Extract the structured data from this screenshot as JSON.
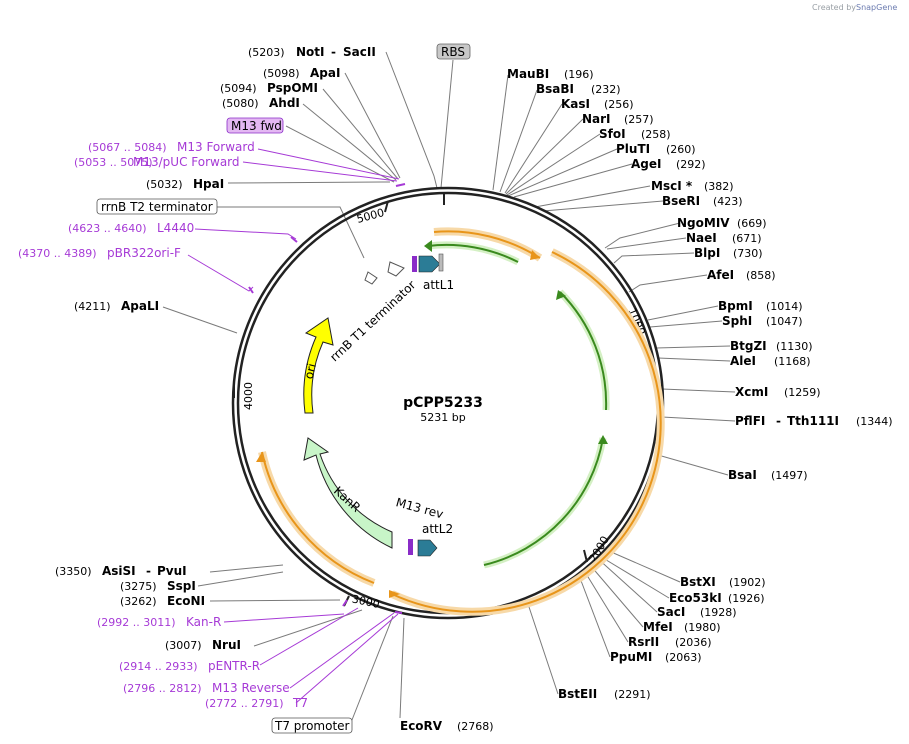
{
  "credit": {
    "prefix": "Created by",
    "brand": "SnapGene"
  },
  "plasmid": {
    "name": "pCPP5233",
    "size": "5231 bp"
  },
  "ticks": [
    "1000",
    "2000",
    "3000",
    "4000",
    "5000"
  ],
  "features": {
    "ori": "ori",
    "kanr": "KanR",
    "rrnb_t1": "rrnB T1 terminator",
    "attl1": "attL1",
    "attl2": "attL2",
    "m13rev": "M13 rev"
  },
  "boxed": {
    "rbs": "RBS",
    "m13_fwd": "M13 fwd",
    "rrnb_t2": "rrnB T2 terminator",
    "t7_promoter": "T7 promoter"
  },
  "sites": [
    {
      "name": "NotI",
      "sep": "-",
      "name2": "SacII",
      "pos": "(5203)"
    },
    {
      "name": "ApaI",
      "pos": "(5098)"
    },
    {
      "name": "PspOMI",
      "pos": "(5094)"
    },
    {
      "name": "AhdI",
      "pos": "(5080)"
    },
    {
      "name": "HpaI",
      "pos": "(5032)"
    },
    {
      "name": "ApaLI",
      "pos": "(4211)"
    },
    {
      "name": "AsiSI",
      "sep": "-",
      "name2": "PvuI",
      "pos": "(3350)"
    },
    {
      "name": "SspI",
      "pos": "(3275)"
    },
    {
      "name": "EcoNI",
      "pos": "(3262)"
    },
    {
      "name": "NruI",
      "pos": "(3007)"
    },
    {
      "name": "EcoRV",
      "pos": "(2768)"
    },
    {
      "name": "MauBI",
      "pos": "(196)"
    },
    {
      "name": "BsaBI",
      "pos": "(232)"
    },
    {
      "name": "KasI",
      "pos": "(256)"
    },
    {
      "name": "NarI",
      "pos": "(257)"
    },
    {
      "name": "SfoI",
      "pos": "(258)"
    },
    {
      "name": "PluTI",
      "pos": "(260)"
    },
    {
      "name": "AgeI",
      "pos": "(292)"
    },
    {
      "name": "MscI *",
      "pos": "(382)"
    },
    {
      "name": "BseRI",
      "pos": "(423)"
    },
    {
      "name": "NgoMIV",
      "pos": "(669)"
    },
    {
      "name": "NaeI",
      "pos": "(671)"
    },
    {
      "name": "BlpI",
      "pos": "(730)"
    },
    {
      "name": "AfeI",
      "pos": "(858)"
    },
    {
      "name": "BpmI",
      "pos": "(1014)"
    },
    {
      "name": "SphI",
      "pos": "(1047)"
    },
    {
      "name": "BtgZI",
      "pos": "(1130)"
    },
    {
      "name": "AleI",
      "pos": "(1168)"
    },
    {
      "name": "XcmI",
      "pos": "(1259)"
    },
    {
      "name": "PflFI",
      "sep": "-",
      "name2": "Tth111I",
      "pos": "(1344)"
    },
    {
      "name": "BsaI",
      "pos": "(1497)"
    },
    {
      "name": "BstXI",
      "pos": "(1902)"
    },
    {
      "name": "Eco53kI",
      "pos": "(1926)"
    },
    {
      "name": "SacI",
      "pos": "(1928)"
    },
    {
      "name": "MfeI",
      "pos": "(1980)"
    },
    {
      "name": "RsrII",
      "pos": "(2036)"
    },
    {
      "name": "PpuMI",
      "pos": "(2063)"
    },
    {
      "name": "BstEII",
      "pos": "(2291)"
    }
  ],
  "primers": [
    {
      "range": "(5067 .. 5084)",
      "name": "M13 Forward"
    },
    {
      "range": "(5053 .. 5075)",
      "name": "M13/pUC Forward"
    },
    {
      "range": "(4623 .. 4640)",
      "name": "L4440"
    },
    {
      "range": "(4370 .. 4389)",
      "name": "pBR322ori-F"
    },
    {
      "range": "(2992 .. 3011)",
      "name": "Kan-R"
    },
    {
      "range": "(2914 .. 2933)",
      "name": "pENTR-R"
    },
    {
      "range": "(2796 .. 2812)",
      "name": "M13 Reverse"
    },
    {
      "range": "(2772 .. 2791)",
      "name": "T7"
    }
  ],
  "colors": {
    "backbone": "#222222",
    "orange": "#e8951a",
    "orange_halo": "#f7d9a8",
    "green": "#3a8a1e",
    "green_halo": "#d4f0c4",
    "ori": "#ffff00",
    "kanr": "#c8f5c8",
    "primer": "#a63ad6",
    "att": "#2b7c96",
    "box_grey": "#c8c8c8",
    "box_purple": "#e3b8f2"
  }
}
